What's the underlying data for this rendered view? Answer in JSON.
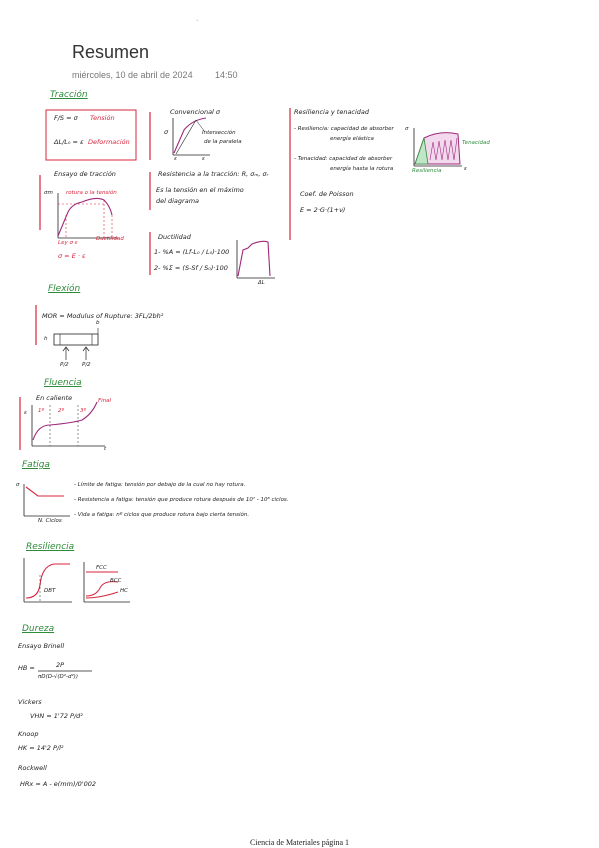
{
  "page": {
    "title": "Resumen",
    "date": "miércoles, 10 de abril de 2024",
    "time": "14:50",
    "footer": "Ciencia de Materiales página 1",
    "top_mark": "`"
  },
  "colors": {
    "accent_green": "#2e8b3a",
    "accent_red": "#d7263d",
    "curve_purple": "#a0287a"
  },
  "traccion": {
    "heading": "Tracción",
    "box_eq1": "F/S = σ",
    "box_lab1": "Tensión",
    "box_eq2": "ΔL/L₀ = ε",
    "box_lab2": "Deformación",
    "ensayo_title": "Ensayo de tracción",
    "ensayo_note": "rotura o la tensión",
    "ensayo_sigma": "σm",
    "ensayo_hooke": "Ley σ ε",
    "ensayo_ductil": "Ductilidad",
    "ensayo_formula": "σ = E · ε",
    "conv_title": "Convencional σ",
    "conv_note1": "Intersección",
    "conv_note2": "de la paralela",
    "conv_sigma": "σ",
    "conv_x1": "ε",
    "conv_x2": "ε",
    "resist_title": "Resistencia a la tracción: R, σₘ, σᵣ",
    "resist_line1": "Es la tensión en el máximo",
    "resist_line2": "del diagrama",
    "ductil_title": "Ductilidad",
    "ductil_f1": "1- %A = (Lf-L₀ / L₀)·100",
    "ductil_f2": "2- %Σ = (S-Sf / S₀)·100",
    "ductil_axis": "ΔL",
    "resil_title": "Resiliencia y tenacidad",
    "resil_def1": "- Resiliencia: capacidad de absorber",
    "resil_def1b": "energía elástica",
    "resil_def2": "- Tenacidad: capacidad de absorber",
    "resil_def2b": "energía hasta la rotura",
    "resil_sigma": "σ",
    "resil_x": "ε",
    "resil_lab_ten": "Tenacidad",
    "resil_lab_res": "Resiliencia",
    "poisson_title": "Coef. de Poisson",
    "poisson_formula": "E = 2·G·(1+ν)"
  },
  "flexion": {
    "heading": "Flexión",
    "mor": "MOR = Modulus of Rupture: 3FL/2bh²",
    "b": "b",
    "h": "h",
    "load1": "P/2",
    "load2": "P/2"
  },
  "fluencia": {
    "heading": "Fluencia",
    "subtitle": "En caliente",
    "sigma": "ε",
    "stage1": "1º",
    "stage2": "2º",
    "stage3": "3º",
    "final": "Final",
    "x": "t"
  },
  "fatiga": {
    "heading": "Fatiga",
    "sigma": "σ",
    "xlabel": "N. Ciclos",
    "l1": "- Límite de fatiga: tensión por debajo de la cual no hay rotura.",
    "l2": "- Resistencia a fatiga: tensión que produce rotura después de 10⁷ - 10⁸ ciclos.",
    "l3": "- Vida a fatiga: nº ciclos que produce rotura bajo cierta tensión."
  },
  "resiliencia": {
    "heading": "Resiliencia",
    "dbt": "DBT",
    "fcc": "FCC",
    "bcc": "BCC",
    "hc": "HC"
  },
  "dureza": {
    "heading": "Dureza",
    "brinell": "Ensayo Brinell",
    "hb": "HB =",
    "hb_num": "2P",
    "hb_den": "πD(D-√(D²-d²))",
    "vickers": "Vickers",
    "vhn": "VHN = 1'72 P/d²",
    "knoop": "Knoop",
    "hk": "HK = 14'2 P/l²",
    "rockwell": "Rockwell",
    "hr": "HRx = A - e(mm)/0'002"
  }
}
